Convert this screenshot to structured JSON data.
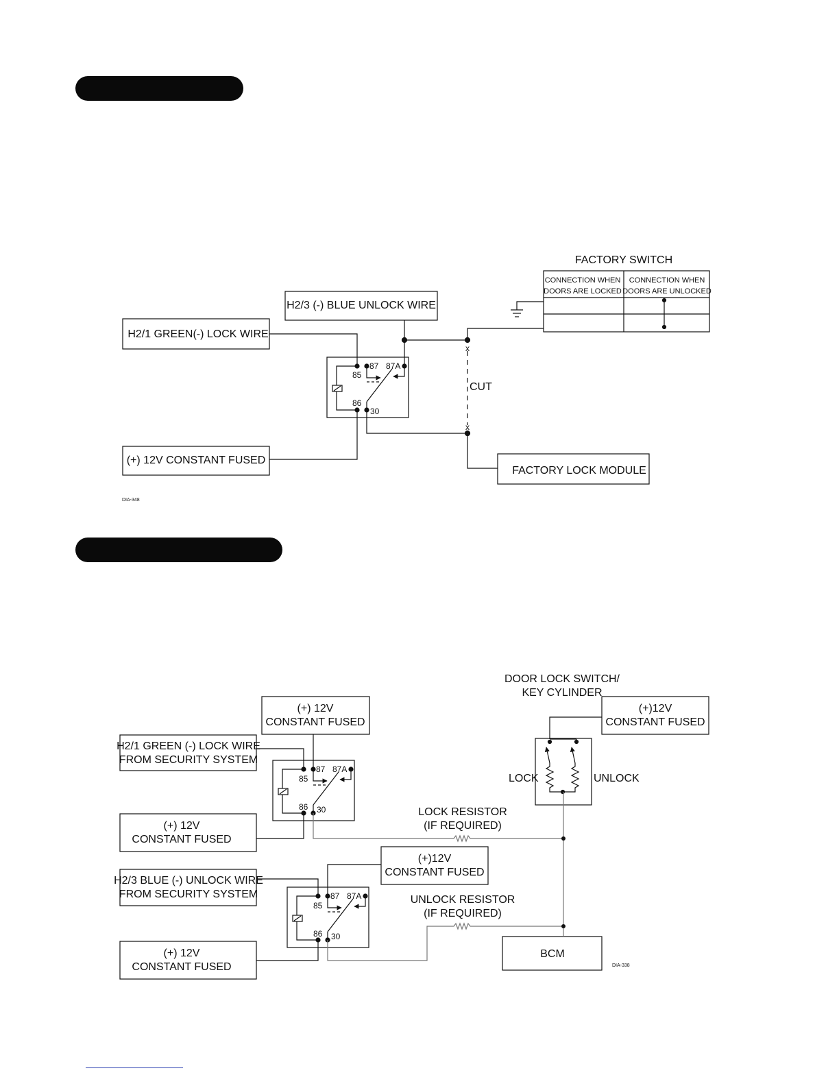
{
  "diagram1": {
    "factory_switch_title": "FACTORY SWITCH",
    "switch_col1_line1": "CONNECTION WHEN",
    "switch_col1_line2": "DOORS ARE LOCKED",
    "switch_col2_line1": "CONNECTION WHEN",
    "switch_col2_line2": "DOORS ARE UNLOCKED",
    "blue_unlock_wire": "H2/3 (-) BLUE UNLOCK WIRE",
    "green_lock_wire": "H2/1 GREEN(-) LOCK WIRE",
    "constant_fused": "(+) 12V CONSTANT FUSED",
    "factory_lock_module": "FACTORY LOCK MODULE",
    "cut_label": "CUT",
    "cut_mark": "x",
    "pin_87": "87",
    "pin_87a": "87A",
    "pin_85": "85",
    "pin_86": "86",
    "pin_30": "30",
    "code": "DIA-348"
  },
  "diagram2": {
    "door_lock_switch_line1": "DOOR LOCK SWITCH/",
    "door_lock_switch_line2": "KEY CYLINDER",
    "switch_power_line1": "(+)12V",
    "switch_power_line2": "CONSTANT FUSED",
    "top_power_line1": "(+) 12V",
    "top_power_line2": "CONSTANT FUSED",
    "green_lock_line1": "H2/1 GREEN (-) LOCK WIRE",
    "green_lock_line2": "FROM SECURITY SYSTEM",
    "relay1_86_power_line1": "(+) 12V",
    "relay1_86_power_line2": "CONSTANT FUSED",
    "relay2_87_power_line1": "(+)12V",
    "relay2_87_power_line2": "CONSTANT FUSED",
    "blue_unlock_line1": "H2/3 BLUE (-) UNLOCK WIRE",
    "blue_unlock_line2": "FROM SECURITY SYSTEM",
    "relay2_86_power_line1": "(+) 12V",
    "relay2_86_power_line2": "CONSTANT FUSED",
    "lock_label": "LOCK",
    "unlock_label": "UNLOCK",
    "lock_resistor_line1": "LOCK RESISTOR",
    "lock_resistor_line2": "(IF REQUIRED)",
    "unlock_resistor_line1": "UNLOCK RESISTOR",
    "unlock_resistor_line2": "(IF REQUIRED)",
    "bcm": "BCM",
    "pin_87": "87",
    "pin_87a": "87A",
    "pin_85": "85",
    "pin_86": "86",
    "pin_30": "30",
    "code": "DIA-338"
  }
}
